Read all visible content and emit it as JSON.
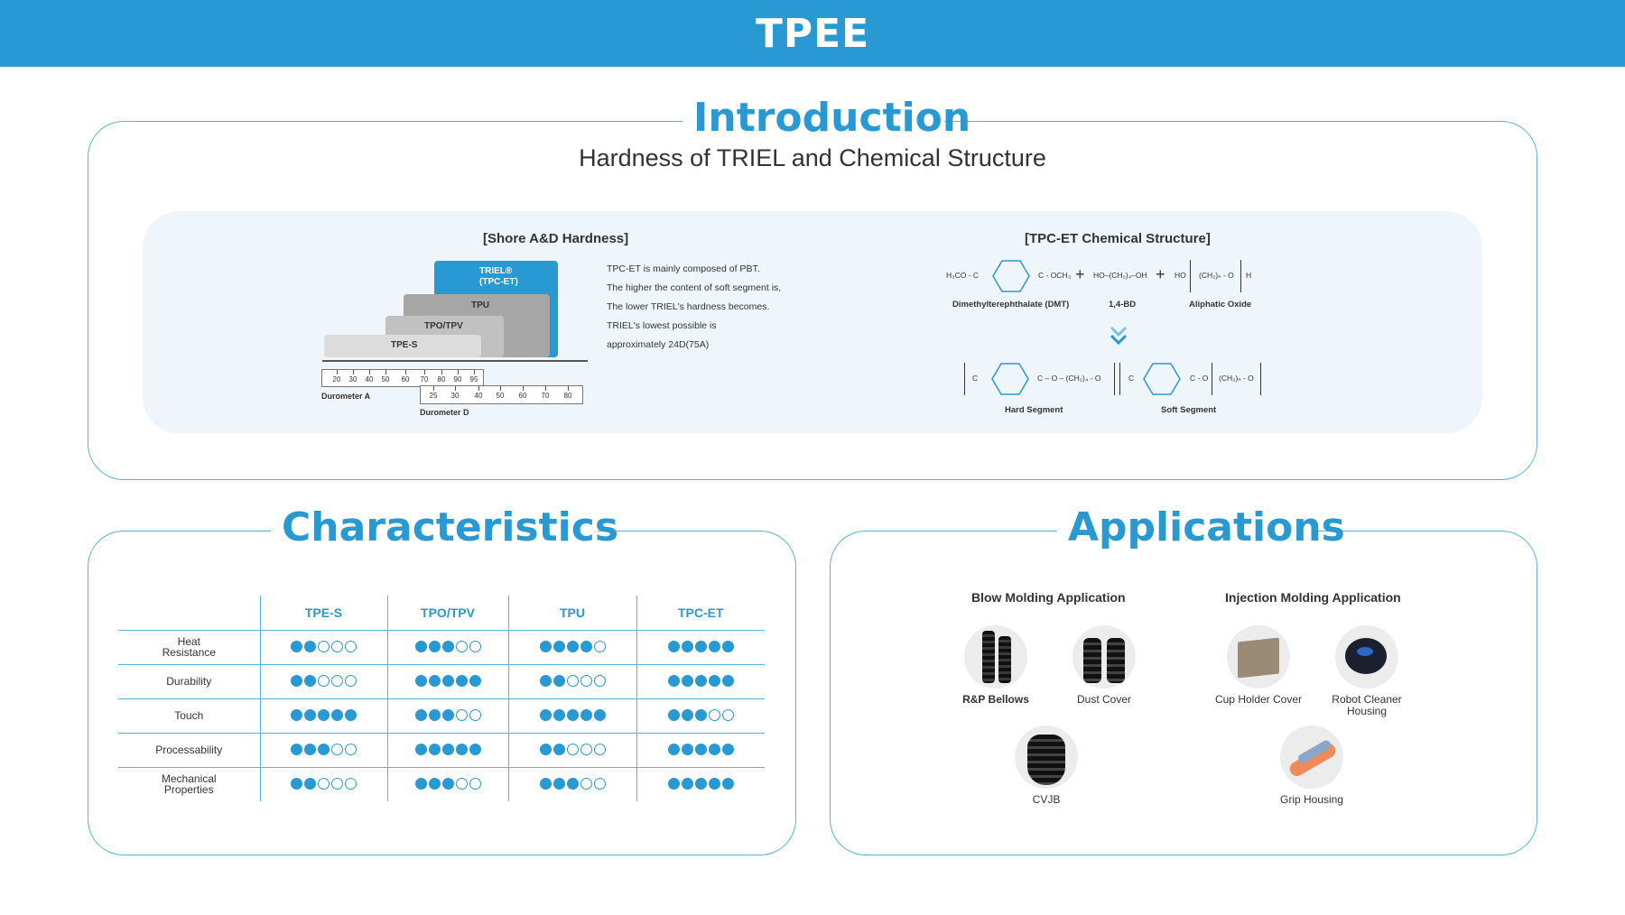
{
  "header": {
    "title": "TPEE"
  },
  "intro": {
    "title": "Introduction",
    "subtitle": "Hardness of TRIEL and Chemical Structure",
    "shore": {
      "heading": "[Shore A&D Hardness]",
      "blocks": [
        "TRIEL®\n(TPC-ET)",
        "TPU",
        "TPO/TPV",
        "TPE-S"
      ],
      "scale_a_ticks": [
        "20",
        "30",
        "40",
        "50",
        "60",
        "70",
        "80",
        "90",
        "95"
      ],
      "scale_a_label": "Durometer A",
      "scale_d_ticks": [
        "25",
        "30",
        "40",
        "50",
        "60",
        "70",
        "80"
      ],
      "scale_d_label": "Durometer D",
      "description": [
        "TPC-ET is mainly composed of PBT.",
        "The higher the content of soft segment is,",
        "The lower TRIEL's hardness becomes.",
        "TRIEL's lowest possible is",
        "approximately 24D(75A)"
      ]
    },
    "chem": {
      "heading": "[TPC-ET Chemical Structure]",
      "formula_1": "H₃CO - C",
      "formula_1b": "C - OCH₃",
      "formula_2": "HO–(CH₂)₄–OH",
      "formula_3": "HO",
      "formula_3b": "(CH₂)ₙ - O",
      "formula_3c": "H",
      "label_dmt": "Dimethylterephthalate (DMT)",
      "label_bd": "1,4-BD",
      "label_oxide": "Aliphatic Oxide",
      "product_mid": "C – O – (CH₂)₄ - O",
      "product_end": "C - O",
      "product_end2": "(CH₂)ₙ - O",
      "label_hard": "Hard Segment",
      "label_soft": "Soft Segment"
    }
  },
  "characteristics": {
    "title": "Characteristics",
    "columns": [
      "TPE-S",
      "TPO/TPV",
      "TPU",
      "TPC-ET"
    ],
    "rows": [
      {
        "label": "Heat\nResistance",
        "ratings": [
          2,
          3,
          4,
          5
        ]
      },
      {
        "label": "Durability",
        "ratings": [
          2,
          5,
          2,
          5
        ]
      },
      {
        "label": "Touch",
        "ratings": [
          5,
          3,
          5,
          3
        ]
      },
      {
        "label": "Processability",
        "ratings": [
          3,
          5,
          2,
          5
        ]
      },
      {
        "label": "Mechanical\nProperties",
        "ratings": [
          2,
          3,
          3,
          5
        ]
      }
    ],
    "max_rating": 5
  },
  "applications": {
    "title": "Applications",
    "blow_heading": "Blow Molding Application",
    "injection_heading": "Injection Molding Application",
    "blow_items": [
      "R&P Bellows",
      "Dust Cover",
      "CVJB"
    ],
    "injection_items": [
      "Cup Holder Cover",
      "Robot Cleaner\nHousing",
      "Grip Housing"
    ]
  },
  "colors": {
    "accent": "#2899d2",
    "border": "#57b3df",
    "panel_bg": "#eef6fc"
  }
}
